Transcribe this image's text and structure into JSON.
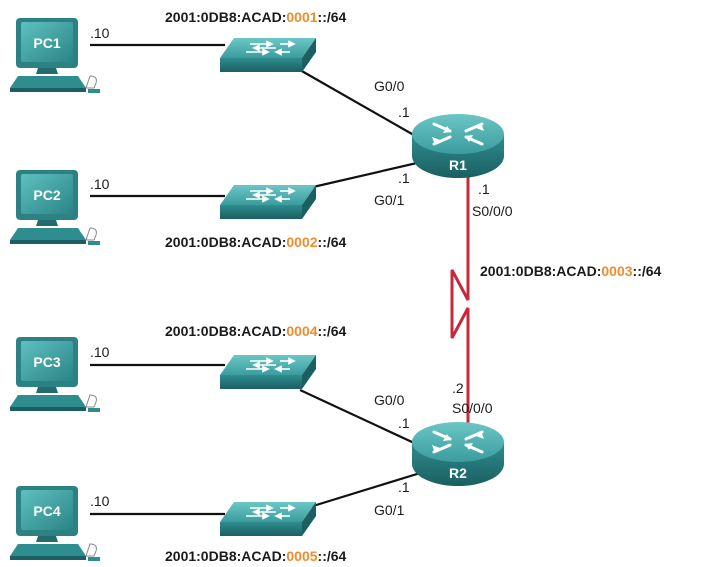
{
  "colors": {
    "link": "#111111",
    "serial_link": "#c8283c",
    "device_teal": "#2e8d8f",
    "device_teal_light": "#5cb8b8",
    "device_teal_dark": "#1b5f62",
    "highlight": "#f08c2a"
  },
  "devices": {
    "pc1": {
      "label": "PC1",
      "icon": "pc-icon"
    },
    "pc2": {
      "label": "PC2",
      "icon": "pc-icon"
    },
    "pc3": {
      "label": "PC3",
      "icon": "pc-icon"
    },
    "pc4": {
      "label": "PC4",
      "icon": "pc-icon"
    },
    "r1": {
      "label": "R1",
      "icon": "router-icon"
    },
    "r2": {
      "label": "R2",
      "icon": "router-icon"
    },
    "s1": {
      "icon": "switch-icon"
    },
    "s2": {
      "icon": "switch-icon"
    },
    "s3": {
      "icon": "switch-icon"
    },
    "s4": {
      "icon": "switch-icon"
    }
  },
  "networks": {
    "net1": {
      "prefix": "2001:0DB8:ACAD:",
      "subnet": "0001",
      "suffix": "::/64"
    },
    "net2": {
      "prefix": "2001:0DB8:ACAD:",
      "subnet": "0002",
      "suffix": "::/64"
    },
    "net3": {
      "prefix": "2001:0DB8:ACAD:",
      "subnet": "0003",
      "suffix": "::/64"
    },
    "net4": {
      "prefix": "2001:0DB8:ACAD:",
      "subnet": "0004",
      "suffix": "::/64"
    },
    "net5": {
      "prefix": "2001:0DB8:ACAD:",
      "subnet": "0005",
      "suffix": "::/64"
    }
  },
  "hosts": {
    "pc1": ".10",
    "pc2": ".10",
    "pc3": ".10",
    "pc4": ".10"
  },
  "interfaces": {
    "r1_g00_name": "G0/0",
    "r1_g00_host": ".1",
    "r1_g01_name": "G0/1",
    "r1_g01_host": ".1",
    "r1_s000_name": "S0/0/0",
    "r1_s000_host": ".1",
    "r2_s000_name": "S0/0/0",
    "r2_s000_host": ".2",
    "r2_g00_name": "G0/0",
    "r2_g00_host": ".1",
    "r2_g01_name": "G0/1",
    "r2_g01_host": ".1"
  }
}
